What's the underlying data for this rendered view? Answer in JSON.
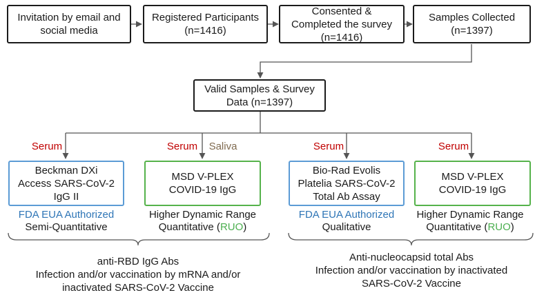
{
  "colors": {
    "line": "#555555",
    "serum": "#c00000",
    "saliva": "#7f6a4f",
    "fda": "#2e75b6",
    "ruo": "#4caf50",
    "box_blue": "#5b9bd5",
    "box_green": "#55b24a"
  },
  "top_row": {
    "invitation": [
      "Invitation by email and",
      "social media"
    ],
    "registered": [
      "Registered Participants",
      "(n=1416)"
    ],
    "consented": [
      "Consented &",
      "Completed the survey",
      "(n=1416)"
    ],
    "collected": [
      "Samples Collected",
      "(n=1397)"
    ]
  },
  "valid": [
    "Valid Samples & Survey",
    "Data (n=1397)"
  ],
  "branches": [
    {
      "sample": "Serum",
      "assay": [
        "Beckman DXi",
        "Access SARS-CoV-2",
        "IgG II"
      ],
      "status": "FDA EUA Authorized",
      "measure": "Semi-Quantitative"
    },
    {
      "sample": "Serum",
      "sample2": "Saliva",
      "assay": [
        "MSD V-PLEX",
        "COVID-19 IgG"
      ],
      "status": "Higher Dynamic Range",
      "measure_prefix": "Quantitative (",
      "measure_ruo": "RUO",
      "measure_suffix": ")"
    },
    {
      "sample": "Serum",
      "assay": [
        "Bio-Rad Evolis",
        "Platelia SARS-CoV-2",
        "Total Ab Assay"
      ],
      "status": "FDA EUA Authorized",
      "measure": "Qualitative"
    },
    {
      "sample": "Serum",
      "assay": [
        "MSD V-PLEX",
        "COVID-19 IgG"
      ],
      "status": "Higher Dynamic Range",
      "measure_prefix": "Quantitative (",
      "measure_ruo": "RUO",
      "measure_suffix": ")"
    }
  ],
  "groups": [
    [
      "anti-RBD IgG Abs",
      "Infection and/or vaccination by mRNA and/or",
      "inactivated SARS-CoV-2 Vaccine"
    ],
    [
      "Anti-nucleocapsid total Abs",
      "Infection and/or vaccination by inactivated",
      "SARS-CoV-2 Vaccine"
    ]
  ]
}
